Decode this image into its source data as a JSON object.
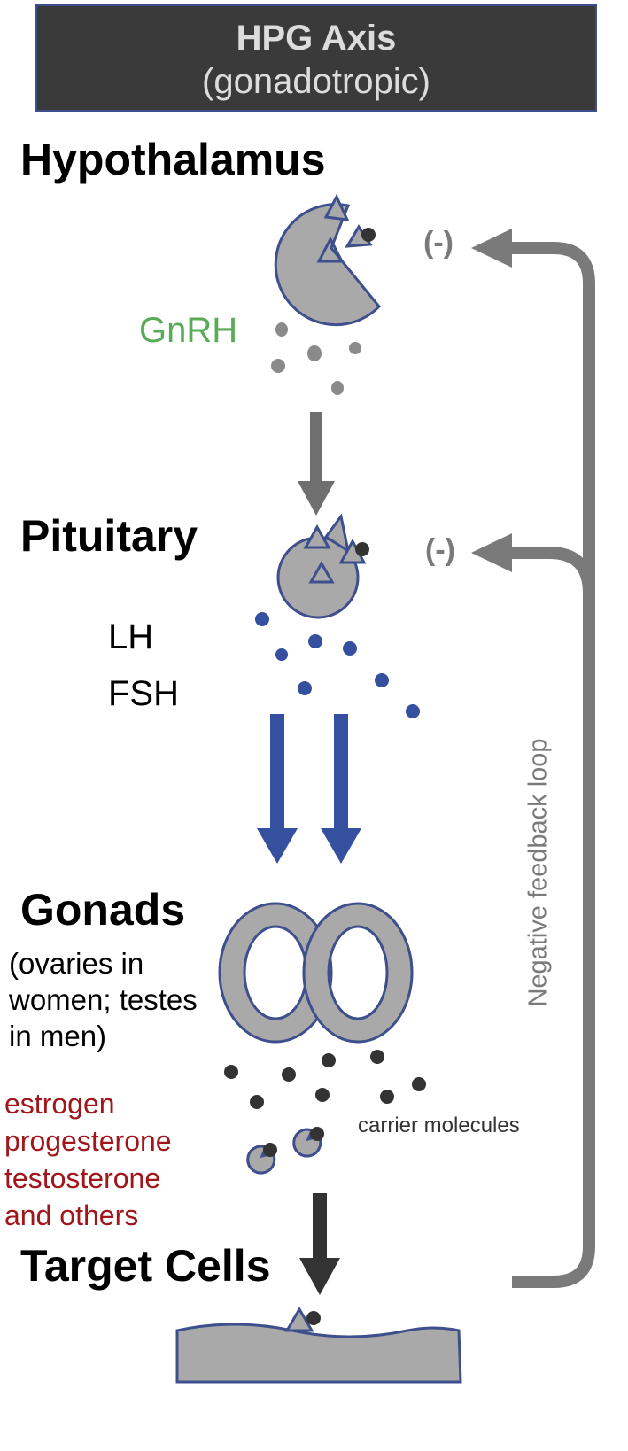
{
  "header": {
    "title": "HPG Axis",
    "subtitle": "(gonadotropic)"
  },
  "stages": {
    "hypothalamus": "Hypothalamus",
    "pituitary": "Pituitary",
    "gonads": "Gonads",
    "target": "Target Cells"
  },
  "hormones": {
    "gnrh": "GnRH",
    "lh": "LH",
    "fsh": "FSH",
    "gonad_note_1": "(ovaries in",
    "gonad_note_2": "women; testes",
    "gonad_note_3": "in men)",
    "steroid_1": "estrogen",
    "steroid_2": "progesterone",
    "steroid_3": "testosterone",
    "steroid_4": "and others",
    "carrier": "carrier molecules"
  },
  "feedback": {
    "minus_1": "(-)",
    "minus_2": "(-)",
    "loop_label": "Negative feedback loop"
  },
  "colors": {
    "header_bg": "#3a3a3a",
    "header_text": "#dcdcdc",
    "gnrh_green": "#5aab55",
    "steroid_red": "#a0161a",
    "cell_gray": "#a9a9a9",
    "outline_blue": "#3d4f8c",
    "hormone_blue": "#34509e",
    "arrow_gray": "#7a7a7a",
    "dark": "#333333"
  }
}
